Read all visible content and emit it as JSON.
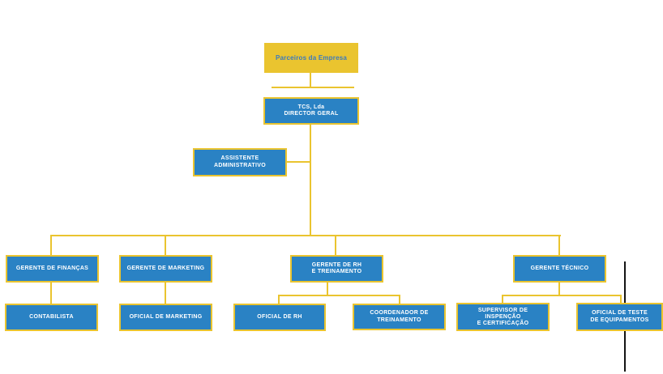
{
  "title": "Organigrama TCS, Lda",
  "colors": {
    "accent_yellow": "#EAC42F",
    "node_blue": "#2A82C4",
    "node_text": "#FFFFFF",
    "partner_text": "#3A7ABF",
    "background": "#FFFFFF",
    "stray_line": "#141414"
  },
  "nodes": {
    "partners": {
      "label": "Parceiros da Empresa"
    },
    "director": {
      "lines": [
        "TCS, Lda",
        "DIRECTOR GERAL"
      ]
    },
    "assistant": {
      "lines": [
        "ASSISTENTE",
        "ADMINISTRATIVO"
      ]
    },
    "finance": {
      "lines": [
        "GERENTE DE FINANÇAS"
      ]
    },
    "marketing": {
      "lines": [
        "GERENTE DE MARKETING"
      ]
    },
    "hr": {
      "lines": [
        "GERENTE DE RH",
        "E TREINAMENTO"
      ]
    },
    "technical": {
      "lines": [
        "GERENTE TÉCNICO"
      ]
    },
    "accountant": {
      "lines": [
        "CONTABILISTA"
      ]
    },
    "marketing_officer": {
      "lines": [
        "OFICIAL DE MARKETING"
      ]
    },
    "hr_officer": {
      "lines": [
        "OFICIAL DE RH"
      ]
    },
    "training_coordinator": {
      "lines": [
        "COORDENADOR DE",
        "TREINAMENTO"
      ]
    },
    "inspection_supervisor": {
      "lines": [
        "SUPERVISOR DE",
        "INSPENÇÃO",
        "E CERTIFICAÇÃO"
      ]
    },
    "equipment_test_officer": {
      "lines": [
        "OFICIAL DE TESTE",
        "DE EQUIPAMENTOS"
      ]
    }
  },
  "org_edges": [
    [
      "Parceiros da Empresa",
      "TCS, Lda DIRECTOR GERAL"
    ],
    [
      "TCS, Lda DIRECTOR GERAL",
      "ASSISTENTE ADMINISTRATIVO"
    ],
    [
      "TCS, Lda DIRECTOR GERAL",
      "GERENTE DE FINANÇAS"
    ],
    [
      "TCS, Lda DIRECTOR GERAL",
      "GERENTE DE MARKETING"
    ],
    [
      "TCS, Lda DIRECTOR GERAL",
      "GERENTE DE RH E TREINAMENTO"
    ],
    [
      "TCS, Lda DIRECTOR GERAL",
      "GERENTE TÉCNICO"
    ],
    [
      "GERENTE DE FINANÇAS",
      "CONTABILISTA"
    ],
    [
      "GERENTE DE MARKETING",
      "OFICIAL DE MARKETING"
    ],
    [
      "GERENTE DE RH E TREINAMENTO",
      "OFICIAL DE RH"
    ],
    [
      "GERENTE DE RH E TREINAMENTO",
      "COORDENADOR DE TREINAMENTO"
    ],
    [
      "GERENTE TÉCNICO",
      "SUPERVISOR DE INSPENÇÃO E CERTIFICAÇÃO"
    ],
    [
      "GERENTE TÉCNICO",
      "OFICIAL DE TESTE DE EQUIPAMENTOS"
    ]
  ]
}
